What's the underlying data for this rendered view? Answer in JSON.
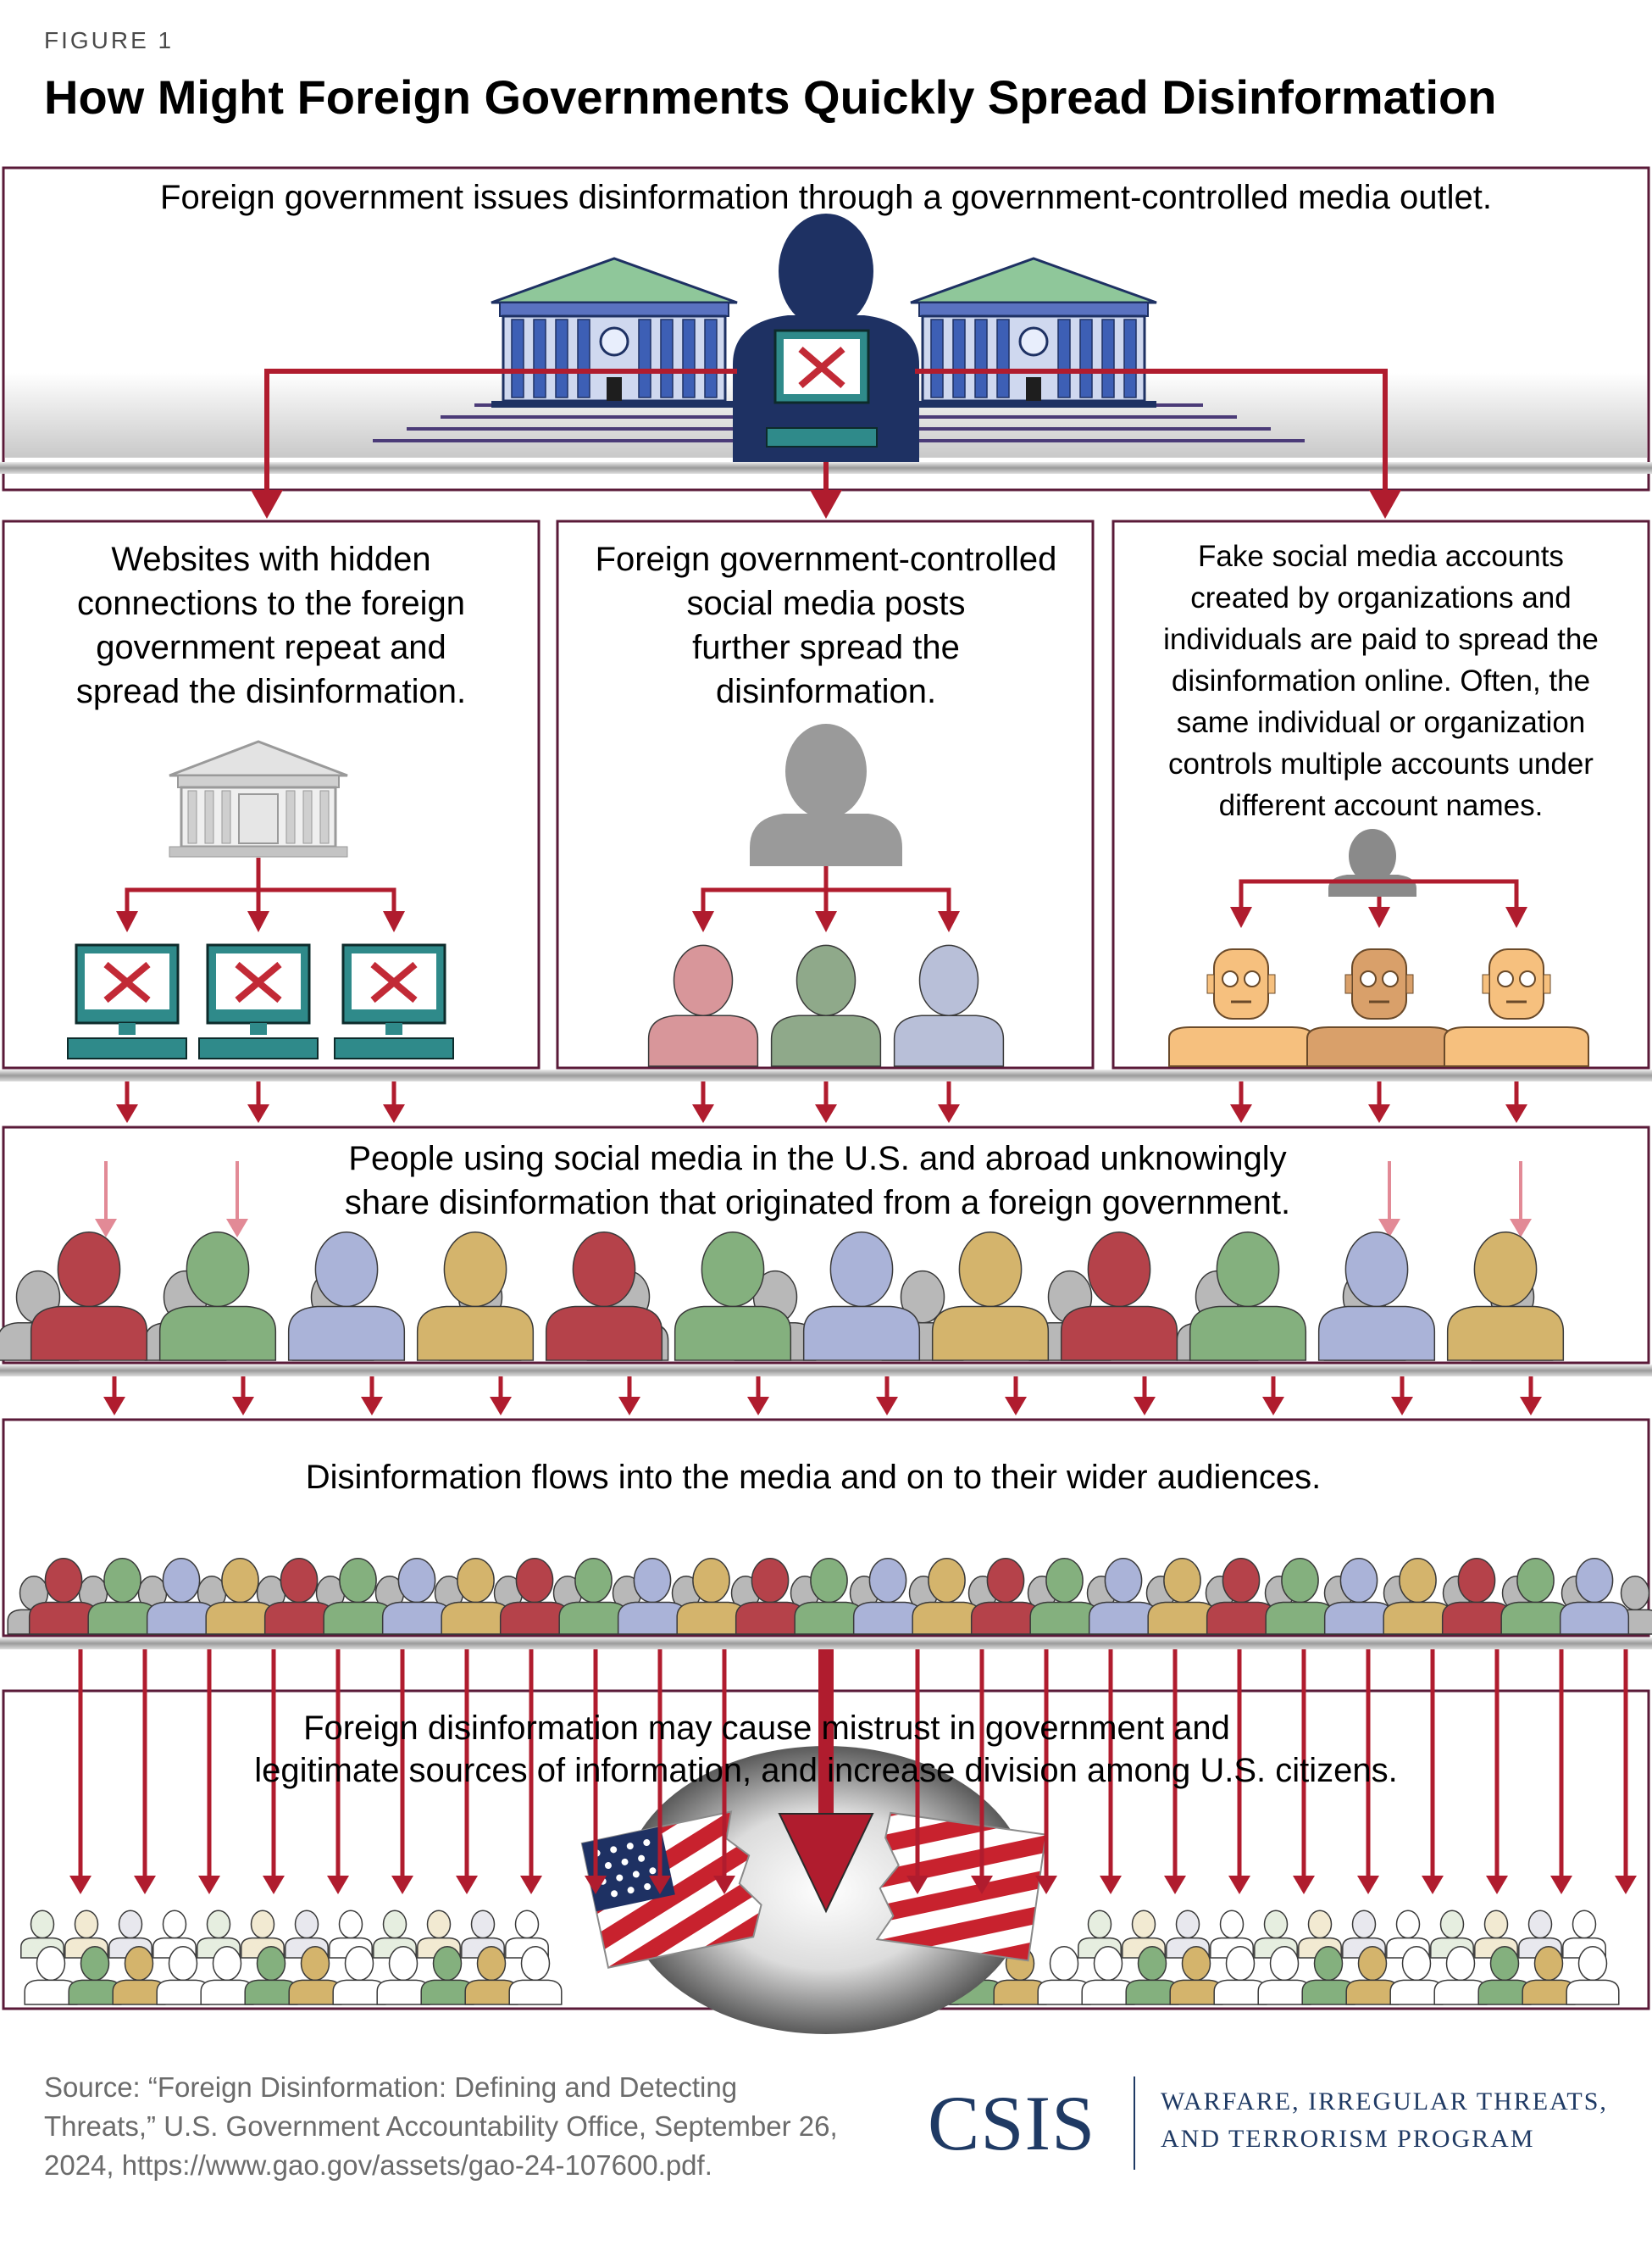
{
  "header": {
    "figure_label": "FIGURE 1",
    "title": "How Might Foreign Governments Quickly Spread Disinformation"
  },
  "diagram": {
    "top_panel": {
      "text": "Foreign government issues disinformation through a government-controlled media outlet."
    },
    "columns": [
      {
        "lines": [
          "Websites with hidden",
          "connections to the foreign",
          "government repeat and",
          "spread the disinformation."
        ]
      },
      {
        "lines": [
          "Foreign government-controlled",
          "social media posts",
          "further spread the",
          "disinformation."
        ]
      },
      {
        "lines": [
          "Fake social media accounts",
          "created by organizations and",
          "individuals are paid to spread the",
          "disinformation online. Often, the",
          "same individual or organization",
          "controls multiple accounts under",
          "different account names."
        ]
      }
    ],
    "sharing_panel": {
      "lines": [
        "People using social media in the U.S. and abroad unknowingly",
        "share disinformation that originated from a foreign government."
      ]
    },
    "media_panel": {
      "text": "Disinformation flows into the media and on to their wider audiences."
    },
    "impact_panel": {
      "lines": [
        "Foreign disinformation may cause mistrust in government and",
        "legitimate sources of information, and increase division among U.S. citizens."
      ]
    },
    "colors": {
      "frame": "#5a1a38",
      "arrow": "#b01c2e",
      "navy": "#1e3163",
      "rose": "#d8969a",
      "sage": "#8fa98a",
      "lavender": "#b8bfd8",
      "red_person": "#b5424a",
      "green_person": "#84b07e",
      "blue_person": "#aab3d8",
      "gold_person": "#d4b46c",
      "grey_person": "#b8b8b8"
    },
    "icons": [
      "government-building-icon",
      "person-silhouette-icon",
      "computer-screen-x-icon",
      "bot-head-icon",
      "crowd-icon",
      "torn-flag-icon"
    ]
  },
  "footer": {
    "source": "Source: “Foreign Disinformation: Defining and Detecting Threats,” U.S. Government Accountability Office, September 26, 2024, https://www.gao.gov/assets/gao-24-107600.pdf.",
    "logo_text": "CSIS",
    "program_line1": "WARFARE, IRREGULAR THREATS,",
    "program_line2": "AND TERRORISM PROGRAM"
  }
}
